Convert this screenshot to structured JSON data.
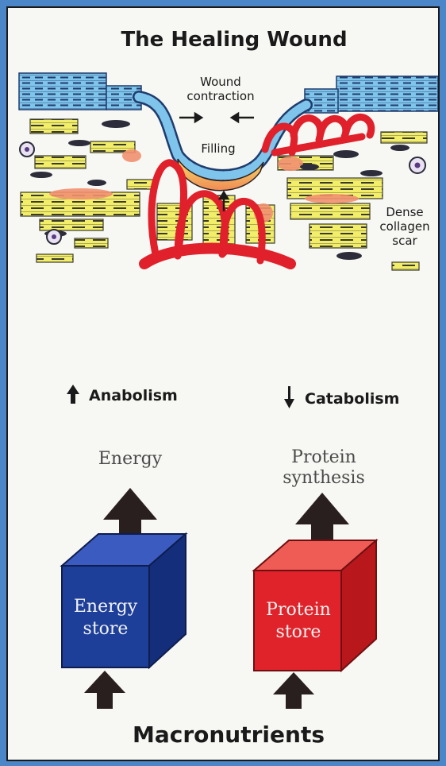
{
  "wound": {
    "title": "The Healing Wound",
    "label_contraction_line1": "Wound",
    "label_contraction_line2": "contraction",
    "label_filling": "Filling",
    "label_scar_line1": "Dense",
    "label_scar_line2": "collagen",
    "label_scar_line3": "scar"
  },
  "metabolism": {
    "anabolism": "Anabolism",
    "catabolism": "Catabolism",
    "energy_output": "Energy",
    "protein_output_line1": "Protein",
    "protein_output_line2": "synthesis",
    "energy_store_line1": "Energy",
    "energy_store_line2": "store",
    "protein_store_line1": "Protein",
    "protein_store_line2": "store",
    "footer": "Macronutrients"
  },
  "colors": {
    "background": "#4a86c8",
    "tissue_blue": "#7fc4ea",
    "collagen_yellow": "#f2ee6a",
    "vessel_red": "#e0202a",
    "energy_cube": "#1d3f9a",
    "protein_cube": "#e0232a",
    "arrow_dark": "#2a1f1f"
  }
}
